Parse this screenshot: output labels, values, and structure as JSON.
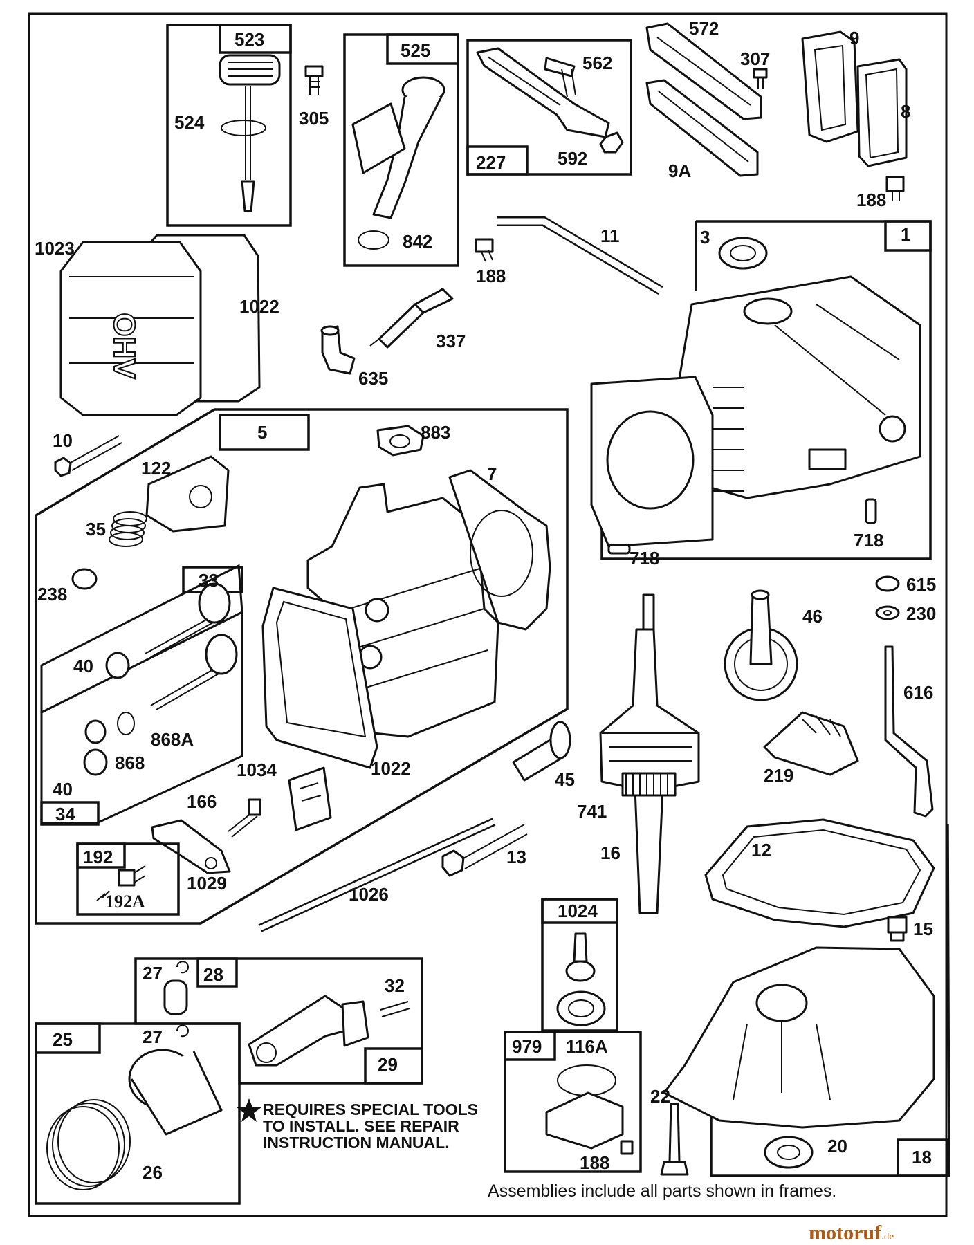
{
  "labels": {
    "l523": "523",
    "l524": "524",
    "l305": "305",
    "l525": "525",
    "l842": "842",
    "l562": "562",
    "l227": "227",
    "l592": "592",
    "l572": "572",
    "l307": "307",
    "l9": "9",
    "l9a": "9A",
    "l8": "8",
    "l188a": "188",
    "l1023": "1023",
    "l1022a": "1022",
    "l11": "11",
    "l188b": "188",
    "l337": "337",
    "l635": "635",
    "l3": "3",
    "l1": "1",
    "l10": "10",
    "l5": "5",
    "l883": "883",
    "l122": "122",
    "l7": "7",
    "l35": "35",
    "l238": "238",
    "l33": "33",
    "l40a": "40",
    "l868a": "868A",
    "l868": "868",
    "l40b": "40",
    "l34": "34",
    "l1034": "1034",
    "l1022b": "1022",
    "l166": "166",
    "l192": "192",
    "l192a": "192A",
    "l1029": "1029",
    "l718a": "718",
    "l718b": "718",
    "l615": "615",
    "l230": "230",
    "l46": "46",
    "l616": "616",
    "l45": "45",
    "l219": "219",
    "l741": "741",
    "l13": "13",
    "l16": "16",
    "l12": "12",
    "l1026": "1026",
    "l1024": "1024",
    "l15": "15",
    "l27a": "27",
    "l28": "28",
    "l32": "32",
    "l25": "25",
    "l27b": "27",
    "l29": "29",
    "l979": "979",
    "l116a": "116A",
    "l22": "22",
    "l26": "26",
    "l188c": "188",
    "l20": "20",
    "l18": "18"
  },
  "note_lines": [
    "REQUIRES SPECIAL TOOLS",
    "TO INSTALL.  SEE REPAIR",
    "INSTRUCTION MANUAL."
  ],
  "footer": "Assemblies include all parts shown in frames.",
  "valve_cover_text": "OHV",
  "logo_main": "motoruf",
  "logo_suffix": ".de",
  "colors": {
    "line": "#111111",
    "logo": "#b05a12"
  }
}
